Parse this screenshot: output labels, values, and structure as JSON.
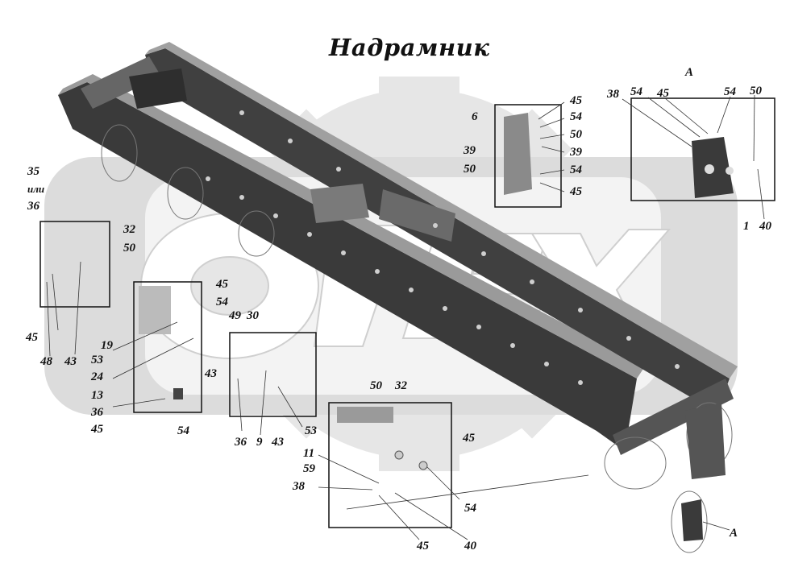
{
  "title": "Надрамник",
  "watermark": "OPEX",
  "colors": {
    "frame": "#3a3a3a",
    "frame_light": "#8a8a8a",
    "watermark": "#e3e3e3",
    "box": "#111111"
  },
  "callouts": [
    "45",
    "54",
    "6",
    "50",
    "39",
    "39",
    "50",
    "54",
    "45",
    "A",
    "38",
    "54",
    "45",
    "54",
    "50",
    "1",
    "40",
    "35",
    "или",
    "36",
    "32",
    "50",
    "45",
    "48",
    "43",
    "45",
    "54",
    "19",
    "53",
    "24",
    "13",
    "36",
    "45",
    "54",
    "49",
    "30",
    "43",
    "36",
    "9",
    "43",
    "53",
    "50",
    "32",
    "45",
    "11",
    "59",
    "38",
    "54",
    "40",
    "45",
    "A"
  ]
}
